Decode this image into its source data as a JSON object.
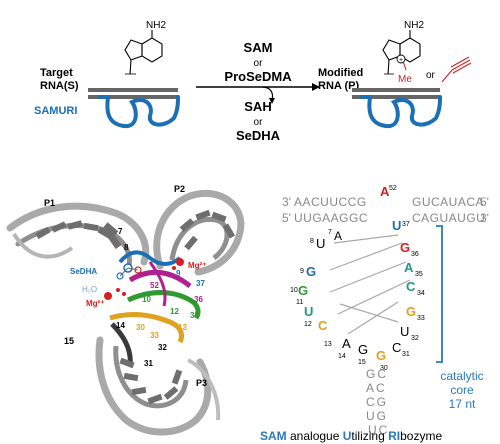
{
  "scheme": {
    "target_label_line1": "Target",
    "target_label_line2": "RNA(S)",
    "ribozyme_name": "SAMURI",
    "reagent_top": "SAM",
    "reagent_or1": "or",
    "reagent_top2": "ProSeDMA",
    "byproduct": "SAH",
    "reagent_or2": "or",
    "byproduct2": "SeDHA",
    "product_line1": "Modified",
    "product_line2": "RNA (P)",
    "nh2": "NH2",
    "me_label": "Me",
    "or_label": "or",
    "plus_sign": "+"
  },
  "structure3d": {
    "labels": {
      "p1": "P1",
      "p2": "P2",
      "p3": "P3",
      "h15": "15",
      "sedha": "SeDHA",
      "h2o": "H₂O",
      "mg_left": "Mg²⁺",
      "mg_right": "Mg²⁺",
      "n7": "7",
      "n8": "8",
      "n9": "9",
      "n10": "10",
      "n12": "12",
      "n14": "14",
      "n30": "30",
      "n31": "31",
      "n32": "32",
      "n33": "33",
      "n35": "35",
      "n36": "36",
      "n37": "37",
      "n52": "52",
      "n13": "13"
    }
  },
  "secondary": {
    "end_3_left": "3'",
    "end_5_right": "5'",
    "end_5_left": "5'",
    "end_3_right": "3'",
    "top_strand": "AACUUCCG",
    "top_strand_right": "GUCAUACA",
    "bottom_strand": "UUGAAGGC",
    "bottom_strand_right": "CAGUAUGU",
    "a52": "A",
    "n52": "52",
    "a7": "A",
    "n7": "7",
    "u8": "U",
    "n8": "8",
    "g9": "G",
    "n9": "9",
    "g10": "G",
    "n10": "10",
    "u11": "U",
    "n11": "11",
    "c12": "C",
    "n12": "12",
    "a14": "A",
    "n14": "14",
    "g15": "G",
    "n15": "15",
    "n13": "13",
    "u37": "U",
    "n37": "37",
    "g36": "G",
    "n36": "36",
    "a35": "A",
    "n35": "35",
    "c34": "C",
    "n34": "34",
    "g33": "G",
    "n33": "33",
    "u32": "U",
    "n32": "32",
    "c31": "C",
    "n31": "31",
    "g30": "G",
    "n30": "30",
    "g_stem": "G",
    "loop_row1": "GC",
    "loop_row2": "AC",
    "loop_row3": "CG",
    "loop_row4": "UG",
    "loop_row5": "UC",
    "core_line1": "catalytic",
    "core_line2": "core",
    "core_line3": "17 nt"
  },
  "caption": {
    "sam_initial": "SAM",
    "part1": " analogue ",
    "u_initial": "U",
    "part2": "tilizing ",
    "ri_initial": "RI",
    "part3": "bozyme"
  },
  "colors": {
    "blue": "#1a6fb5",
    "red": "#d42020",
    "magenta": "#b0208f",
    "green": "#2f9a2f",
    "teal": "#1f9a82",
    "orange": "#e0a020",
    "gray_line": "#a8a8a8",
    "caption_blue": "#2a78c0"
  }
}
